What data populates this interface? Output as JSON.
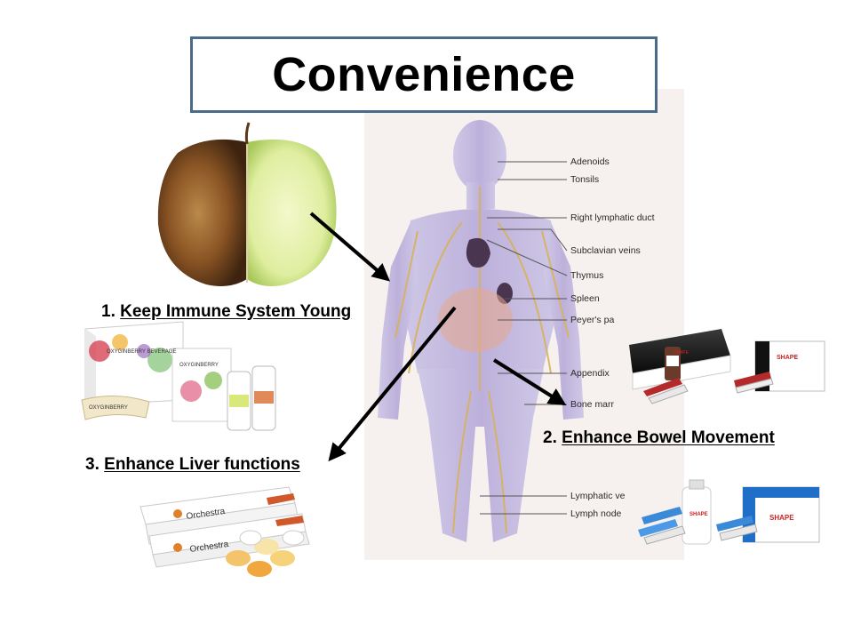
{
  "title": "Convenience",
  "items": [
    {
      "number": "1.",
      "text": "Keep Immune System Young"
    },
    {
      "number": "2.",
      "text": "Enhance Bowel Movement"
    },
    {
      "number": "3.",
      "text": "Enhance Liver functions"
    }
  ],
  "anatomy_labels": {
    "adenoids": "Adenoids",
    "tonsils": "Tonsils",
    "right_lymphatic_duct": "Right lymphatic duct",
    "subclavian_veins": "Subclavian veins",
    "thymus": "Thymus",
    "spleen": "Spleen",
    "peyers": "Peyer's pa",
    "appendix": "Appendix",
    "bone_marrow": "Bone marr",
    "lymphatic_vessels": "Lymphatic ve",
    "lymph_nodes": "Lymph node"
  },
  "products": {
    "oxyginberry_box": "OXYGINBERRY BEVERAGE",
    "oxyginberry_sachet": "OXYGINBERRY",
    "oxyginberry_small": "OXYGINBERRY",
    "orchestra_1": "Orchestra",
    "orchestra_2": "Orchestra",
    "shape_1": "SHAPE",
    "shape_2": "SHAPE",
    "shape_3": "SHAPE",
    "shape_4": "SHAPE"
  },
  "colors": {
    "title_border": "#4a6a8a",
    "arrow": "#000000",
    "body": "#b9b0dc",
    "vessel": "#d8b25a"
  }
}
